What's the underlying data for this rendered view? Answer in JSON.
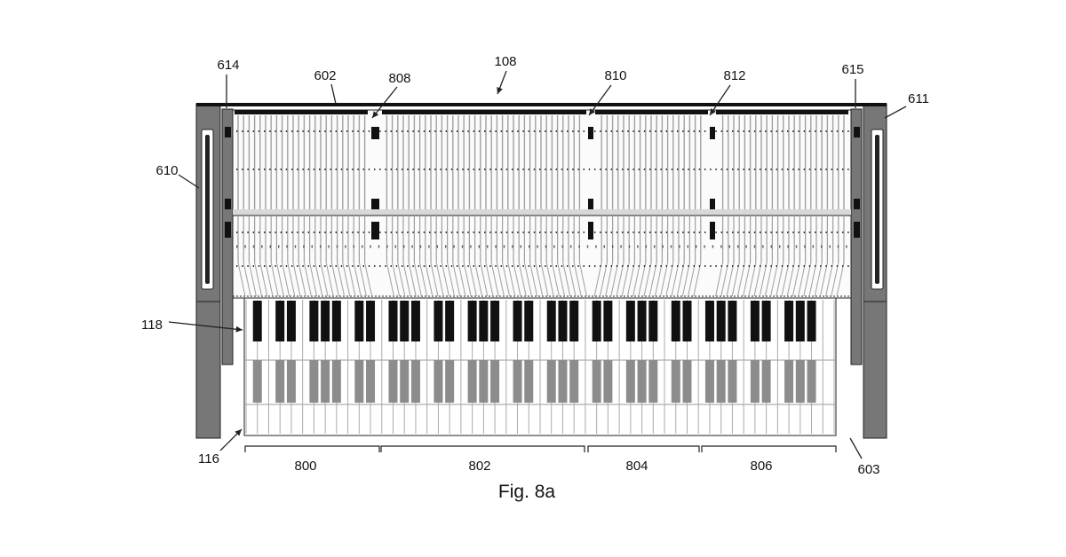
{
  "figure": {
    "caption": "Fig. 8a",
    "colors": {
      "line": "#222222",
      "side_panel": "#777777",
      "rail_fill": "#d8d8d8",
      "string_gray": "#a0a0a0",
      "black_key": "#111111",
      "key_shadow": "#8c8c8c",
      "white_key": "#ffffff"
    },
    "labels": {
      "top": "108",
      "upper_frame": "602",
      "left_post": "614",
      "divider_1": "808",
      "divider_2": "810",
      "divider_3": "812",
      "right_post": "615",
      "right_panel": "611",
      "left_panel": "610",
      "keys": "118",
      "keybed": "116",
      "lower_frame": "603"
    },
    "sections": [
      "800",
      "802",
      "804",
      "806"
    ]
  }
}
